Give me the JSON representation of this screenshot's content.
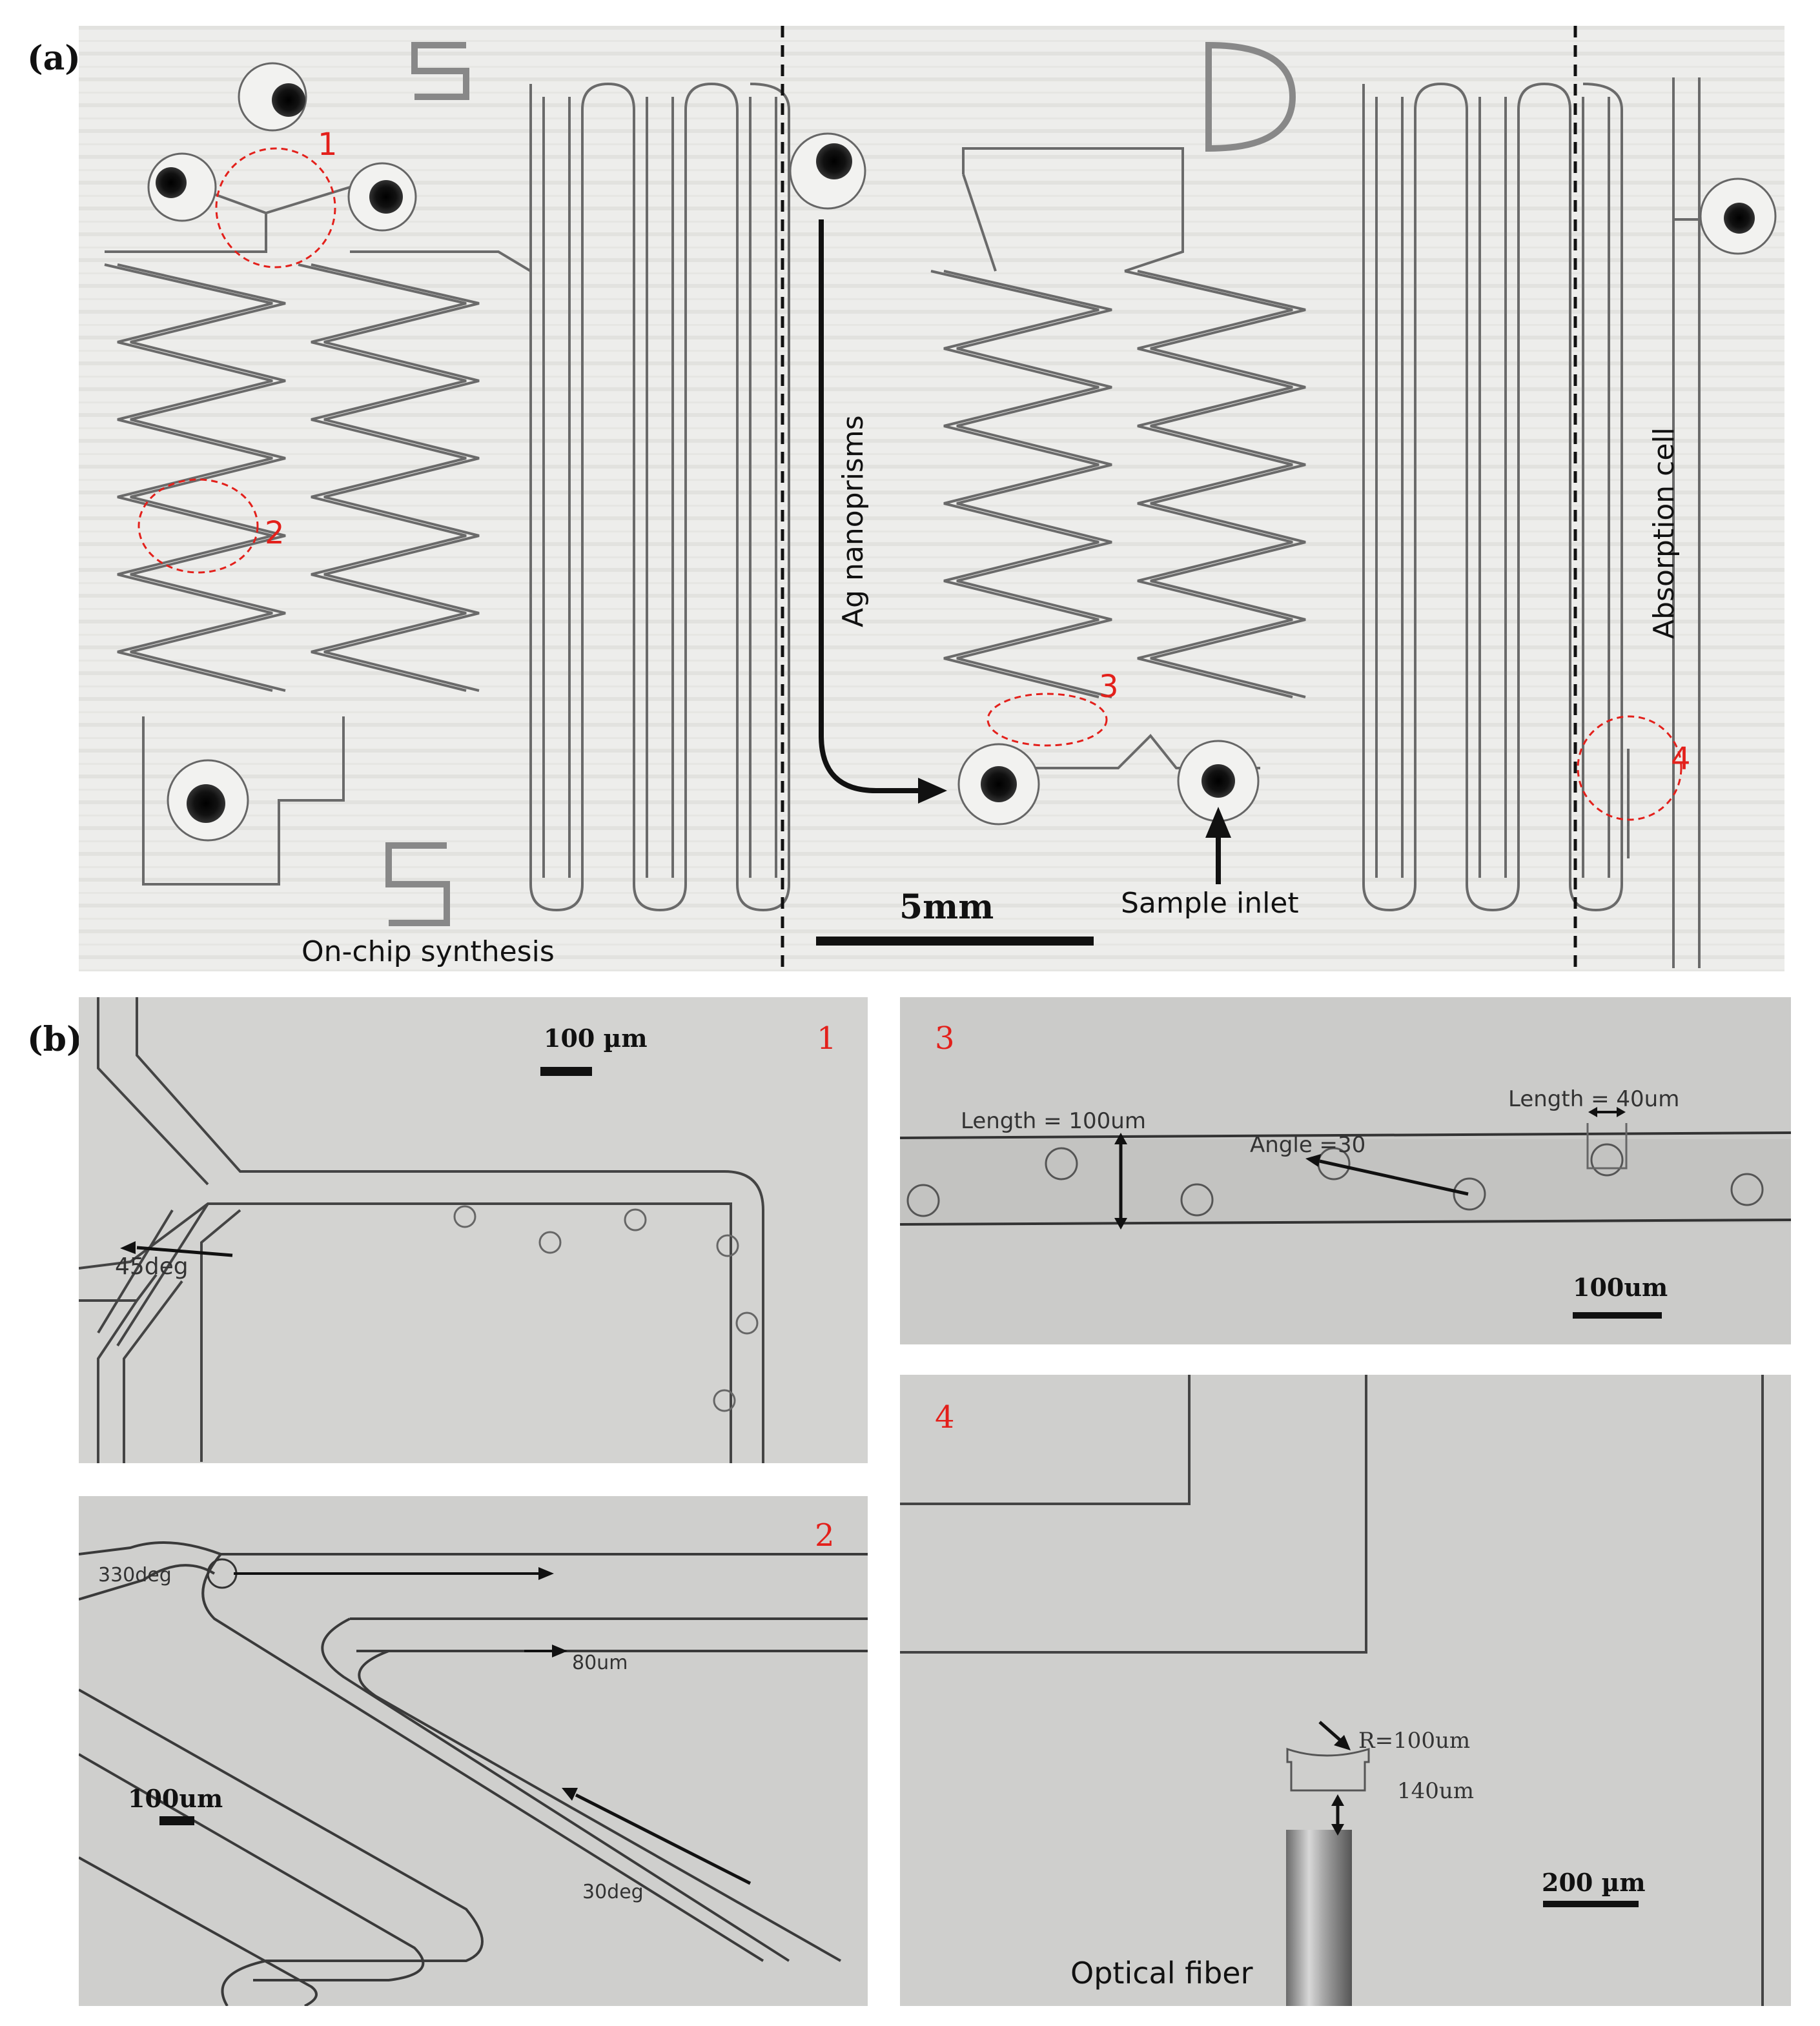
{
  "panel_a": {
    "label": "(a)",
    "callouts": [
      "1",
      "2",
      "3",
      "4"
    ],
    "labels": {
      "on_chip": "On-chip synthesis",
      "ag": "Ag nanoprisms",
      "sample": "Sample inlet",
      "absorption": "Absorption cell",
      "scale": "5mm"
    }
  },
  "panel_b": {
    "label": "(b)",
    "inset1": {
      "number": "1",
      "scale": "100 µm",
      "angle": "45deg"
    },
    "inset2": {
      "number": "2",
      "angle1": "330deg",
      "width": "80um",
      "scale": "100um",
      "angle2": "30deg"
    },
    "inset3": {
      "number": "3",
      "length1": "Length = 100um",
      "angle": "Angle =30",
      "length2": "Length = 40um",
      "scale": "100um"
    },
    "inset4": {
      "number": "4",
      "radius": "R=100um",
      "gap": "140um",
      "fiber": "Optical fiber",
      "scale": "200 µm"
    }
  },
  "colors": {
    "callout_red": "#e3201b",
    "chip_bg": "#ececea",
    "micrograph_bg": "#cfcfcd",
    "channel_line": "#555555"
  }
}
